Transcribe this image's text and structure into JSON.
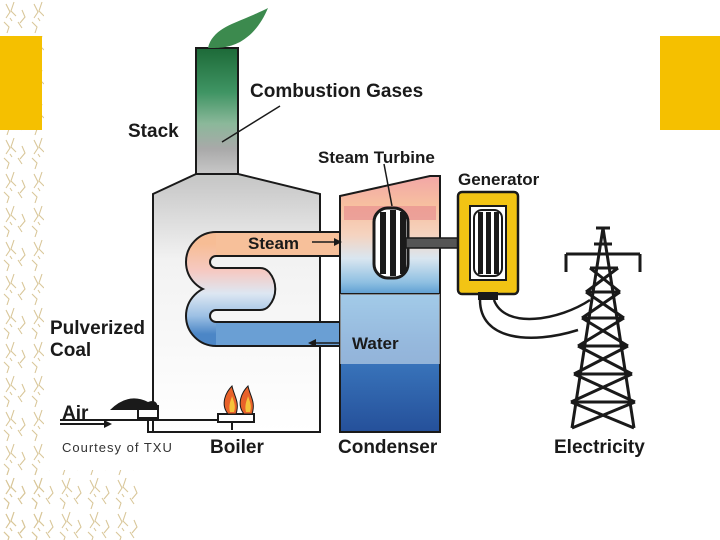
{
  "labels": {
    "combustion_gases": "Combustion Gases",
    "stack": "Stack",
    "steam_turbine": "Steam Turbine",
    "generator": "Generator",
    "steam": "Steam",
    "water": "Water",
    "pulverized_coal": "Pulverized\nCoal",
    "air": "Air",
    "boiler": "Boiler",
    "condenser": "Condenser",
    "electricity": "Electricity"
  },
  "credit": "Courtesy of TXU",
  "colors": {
    "accent_block": "#f5c000",
    "generator_yellow": "#f2c414",
    "stack_green_dark": "#1e6b3a",
    "condenser_blue": "#2f5fa8",
    "outline": "#1a1a1a",
    "flame": "#e8622a",
    "background_pattern": "#d4c08a"
  }
}
